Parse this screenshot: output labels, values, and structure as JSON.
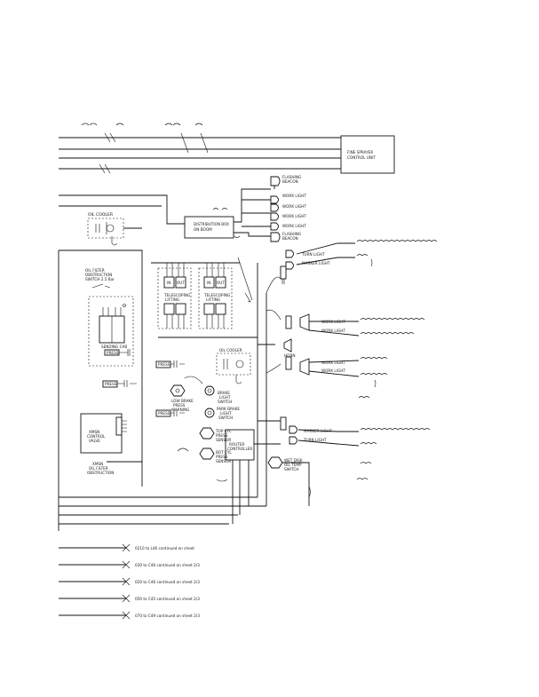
{
  "labels": {
    "fine_sprayer": [
      "FINE SPRAYER",
      "CONTROL UNIT"
    ],
    "flashing_beacon_top": [
      "FLASHING",
      "BEACON"
    ],
    "work_light_1": "WORK LIGHT",
    "work_light_2": "WORK LIGHT",
    "work_light_3": "WORK LIGHT",
    "work_light_4": "WORK LIGHT",
    "flashing_beacon_bottom": [
      "FLASHING",
      "BEACON"
    ],
    "distribution_box": [
      "DISTRIBUTION BOX",
      "ON BOOM"
    ],
    "oil_cooler_top": "OIL COOLER",
    "turn_light_top": "TURN LIGHT",
    "marker_light_top": "MARKER LIGHT",
    "oil_filter_top": [
      "OIL FILTER",
      "OBSTRUCTION",
      "SWITCH 2.5 Bar"
    ],
    "telescoping_lifting_1": [
      "TELESCOPING",
      "LIFTING"
    ],
    "telescoping_lifting_2": [
      "TELESCOPING",
      "LIFTING"
    ],
    "valve_in_1": "IN",
    "valve_out_1": "OUT",
    "valve_in_2": "IN",
    "valve_out_2": "OUT",
    "sending_cab": "SENDING CAB",
    "press_1": "PRESS",
    "work_light_5": "WORK LIGHT",
    "work_light_6": "WORK LIGHT",
    "horn": "HORN",
    "work_light_7": "WORK LIGHT",
    "work_light_8": "WORK LIGHT",
    "press_2": "PRESS",
    "oil_cooler_mid": "OIL COOLER",
    "press_3": "PRESS",
    "low_brake_press": [
      "LOW BRAKE",
      "PRESS",
      "WARNING"
    ],
    "brake_light_switch": [
      "BRAKE",
      "LIGHT",
      "SWITCH"
    ],
    "press_4": "PRESS",
    "park_brake_light": [
      "PARK BRAKE",
      "LIGHT",
      "SWITCH"
    ],
    "xmsn_control_valve": [
      "XMSN",
      "CONTROL",
      "VALVE"
    ],
    "top_cyl_press": [
      "TOP CYL",
      "PRESS",
      "SENSOR"
    ],
    "bot_cyl_press": [
      "BOT CYL",
      "PRESS",
      "SENSOR"
    ],
    "router_controller": [
      "ROUTER",
      "CONTROLLER"
    ],
    "marker_light_bottom": "MARKER LIGHT",
    "turn_light_bottom": "TURN LIGHT",
    "xmsn_oil_filter": [
      "XMSN",
      "OIL FILTER",
      "OBSTRUCTION"
    ],
    "wet_disk": [
      "WET DISK",
      "OIL TEMP",
      "SWITCH"
    ]
  },
  "continuation_notes": [
    "0210 to L46 continued on sheet",
    "030 to C46 continued on sheet 2/3",
    "020 to C46 continued on sheet 2/3",
    "050 to C45 continued on sheet 2/3",
    "070 to C49 continued on sheet 2/3"
  ]
}
